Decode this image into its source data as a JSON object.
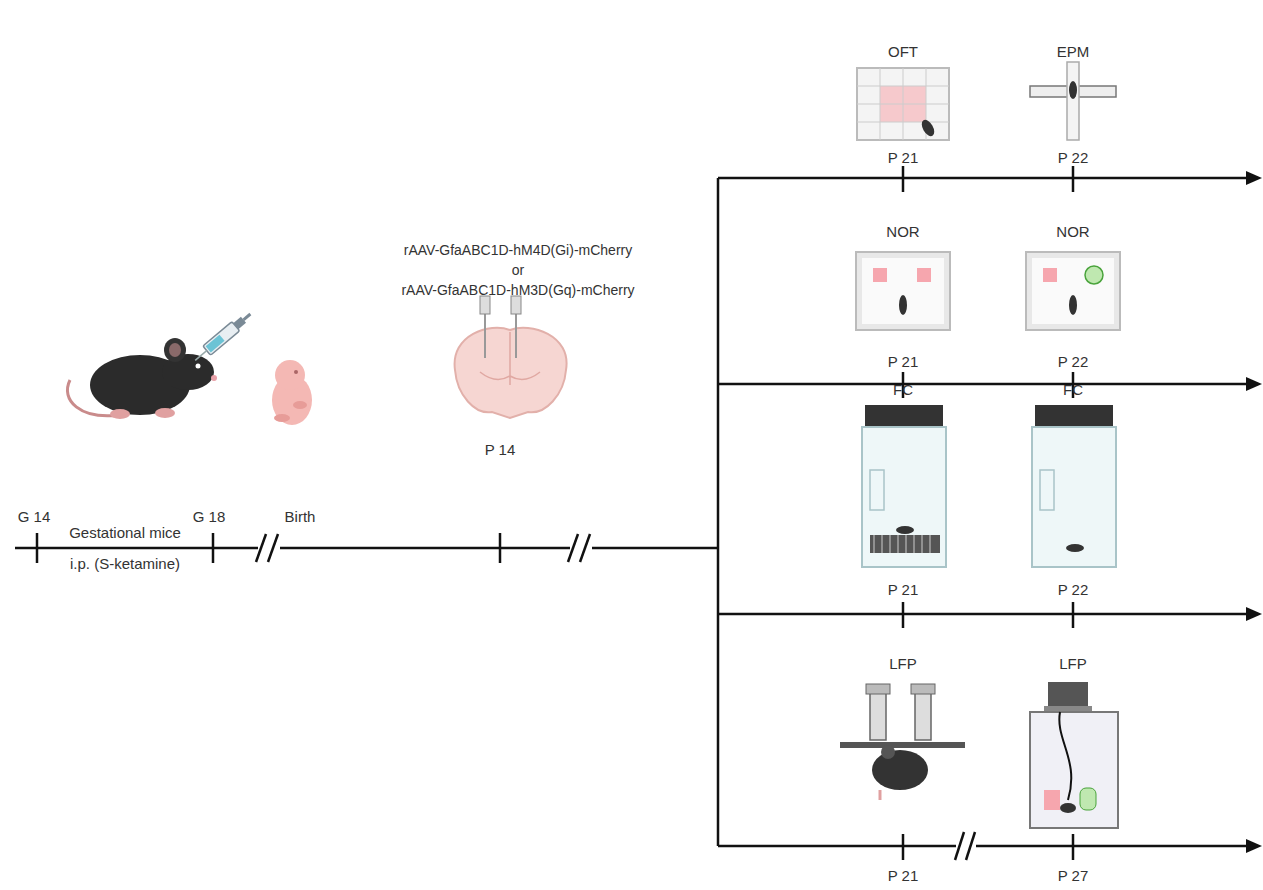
{
  "diagram": {
    "labels": [
      "OFT",
      "EPM",
      "P 21",
      "P 22",
      "NOR",
      "NOR",
      "rAAV-GfaABC1D-hM4D(Gi)-mCherry",
      "or",
      "rAAV-GfaABC1D-hM3D(Gq)-mCherry",
      "P 21",
      "P 22",
      "FC",
      "FC",
      "G 14",
      "G 18",
      "Birth",
      "P 14",
      "Gestational mice",
      "i.p. (S-ketamine)",
      "P 21",
      "P 22",
      "LFP",
      "LFP",
      "P 21",
      "P 27"
    ]
  }
}
